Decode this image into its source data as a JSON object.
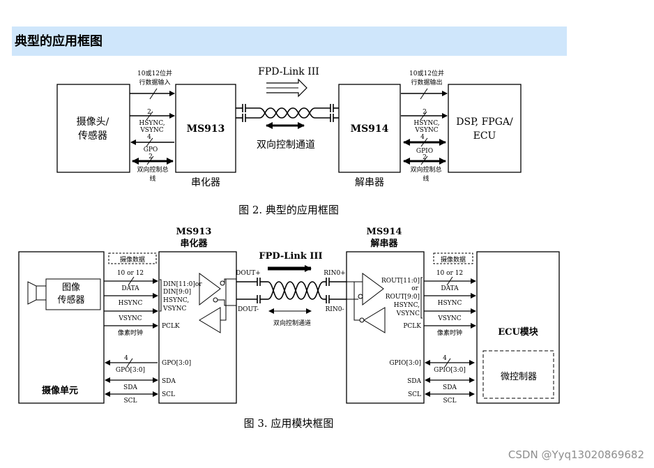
{
  "header": {
    "title": "典型的应用框图"
  },
  "watermark": "CSDN @Yyq13020869682",
  "fig2": {
    "caption": "图 2. 典型的应用框图",
    "left_box": [
      "摄像头/",
      "传感器"
    ],
    "serializer": "MS913",
    "serializer_label": "串化器",
    "deserializer": "MS914",
    "deserializer_label": "解串器",
    "right_box": [
      "DSP, FPGA/",
      "ECU"
    ],
    "link_title": "FPD-Link III",
    "link_sub": "双向控制通道",
    "left_data": [
      "10或12位并",
      "行数据输入"
    ],
    "right_data": [
      "10或12位并",
      "行数据输出"
    ],
    "num2": "2",
    "num4": "4",
    "hvsync": [
      "HSYNC,",
      "VSYNC"
    ],
    "gpo": "GPO",
    "gpio": "GPIO",
    "ctrl_bus": [
      "双向控制总",
      "线"
    ]
  },
  "fig3": {
    "caption": "图 3. 应用模块框图",
    "ser_title": [
      "MS913",
      "串化器"
    ],
    "des_title": [
      "MS914",
      "解串器"
    ],
    "camera_unit": "摄像单元",
    "image_sensor": [
      "图像",
      "传感器"
    ],
    "ecu": "ECU模块",
    "mcu": "微控制器",
    "cam_data_tag": "摄像数据",
    "ten_or_12": "10 or 12",
    "data": "DATA",
    "hsync": "HSYNC",
    "vsync": "VSYNC",
    "pixel_clock": "像素时钟",
    "four": "4",
    "gpo30": "GPO[3:0]",
    "gpio30": "GPIO[3:0]",
    "sda": "SDA",
    "scl": "SCL",
    "pclk": "PCLK",
    "din_lines": [
      "DIN[11:0]or",
      "DIN[9:0]",
      "HSYNC,",
      "VSYNC"
    ],
    "rout_lines": [
      "ROUT[11:0]",
      "or",
      "ROUT[9:0]",
      "HSYNC,",
      "VSYNC"
    ],
    "link_title": "FPD-Link III",
    "link_sub": "双向控制通道",
    "dout_p": "DOUT+",
    "dout_n": "DOUT-",
    "rin_p": "RIN0+",
    "rin_n": "RIN0-"
  }
}
